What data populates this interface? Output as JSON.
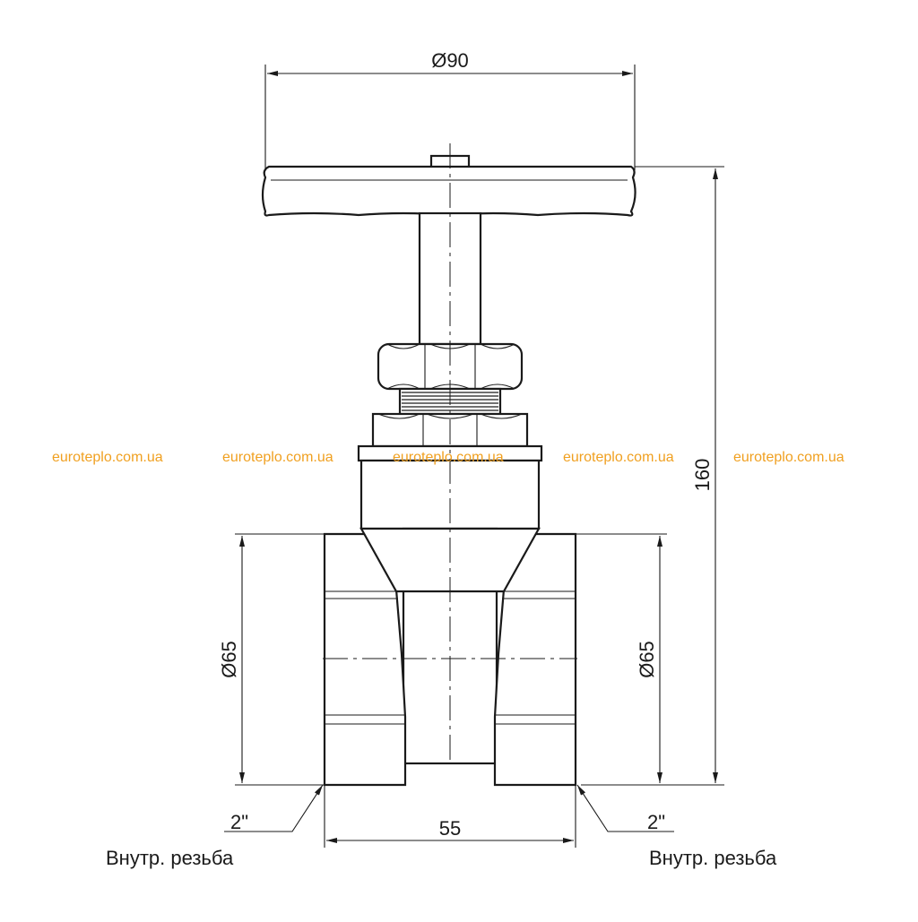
{
  "drawing": {
    "dimensions": {
      "handwheel_diameter": "Ø90",
      "overall_height": "160",
      "left_body_diameter": "Ø65",
      "right_body_diameter": "Ø65",
      "face_to_face": "55"
    },
    "thread_callouts": {
      "left": {
        "size": "2\"",
        "note": "Внутр. резьба"
      },
      "right": {
        "size": "2\"",
        "note": "Внутр. резьба"
      }
    },
    "watermark": {
      "text": "euroteplo.com.ua",
      "color": "#f0a020"
    },
    "colors": {
      "line": "#1a1a1a",
      "background": "#ffffff"
    }
  }
}
